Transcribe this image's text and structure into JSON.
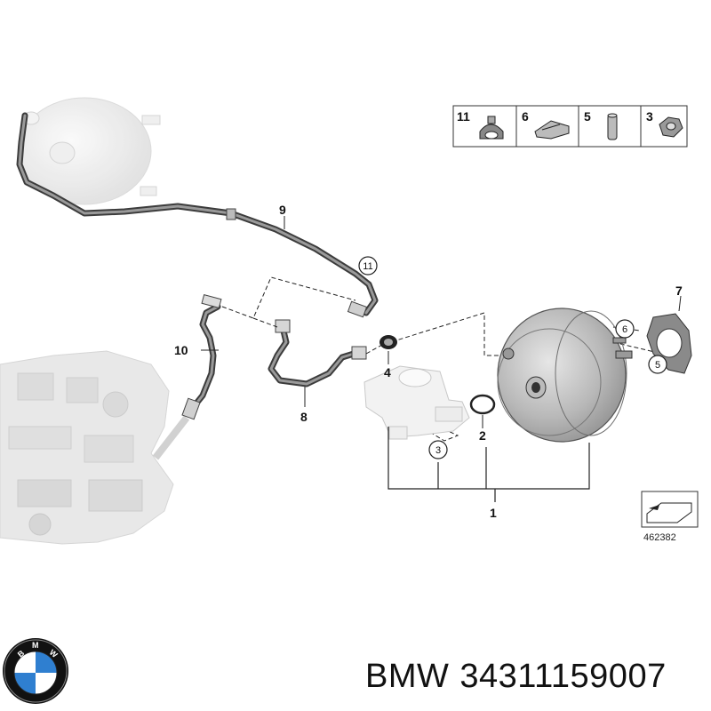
{
  "parts_panel": [
    {
      "number": "11",
      "icon": "clip-icon"
    },
    {
      "number": "6",
      "icon": "bracket-clip-icon"
    },
    {
      "number": "5",
      "icon": "pin-icon"
    },
    {
      "number": "3",
      "icon": "hex-nut-icon"
    }
  ],
  "callouts": {
    "c1": "1",
    "c2": "2",
    "c3": "3",
    "c4": "4",
    "c5": "5",
    "c6": "6",
    "c7": "7",
    "c8": "8",
    "c9": "9",
    "c10": "10",
    "c11": "11"
  },
  "reference_number": "462382",
  "footer": {
    "brand": "BMW",
    "part_number": "34311159007"
  },
  "logo": {
    "letters": "BMW",
    "colors": {
      "blue": "#2f7fd0",
      "white": "#ffffff",
      "ring": "#111111"
    }
  }
}
